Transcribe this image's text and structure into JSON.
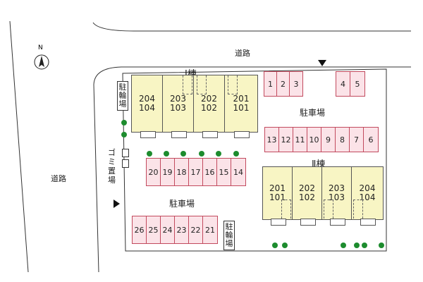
{
  "roads": {
    "top_label": "道路",
    "left_label": "道路"
  },
  "buildings": [
    {
      "label": "Ⅰ棟",
      "units": [
        [
          "204",
          "104"
        ],
        [
          "203",
          "103"
        ],
        [
          "202",
          "102"
        ],
        [
          "201",
          "101"
        ]
      ]
    },
    {
      "label": "Ⅱ棟",
      "units": [
        [
          "201",
          "101"
        ],
        [
          "202",
          "102"
        ],
        [
          "203",
          "103"
        ],
        [
          "204",
          "104"
        ]
      ]
    }
  ],
  "parking": {
    "label": "駐車場",
    "rows": [
      [
        "1",
        "2",
        "3"
      ],
      [
        "4",
        "5"
      ],
      [
        "13",
        "12",
        "11",
        "10",
        "9",
        "8",
        "7",
        "6"
      ],
      [
        "20",
        "19",
        "18",
        "17",
        "16",
        "15",
        "14"
      ],
      [
        "26",
        "25",
        "24",
        "23",
        "22",
        "21"
      ]
    ]
  },
  "bike_parking": {
    "chars": [
      "駐",
      "輪",
      "場"
    ]
  },
  "garbage": {
    "chars": [
      "ゴ",
      "ミ",
      "置",
      "場"
    ]
  },
  "compass": {
    "label": "N"
  },
  "colors": {
    "building_fill": "#f8f5c4",
    "parking_fill": "#fbe3e8",
    "parking_border": "#c24a5e",
    "tree": "#1d8c2e"
  }
}
